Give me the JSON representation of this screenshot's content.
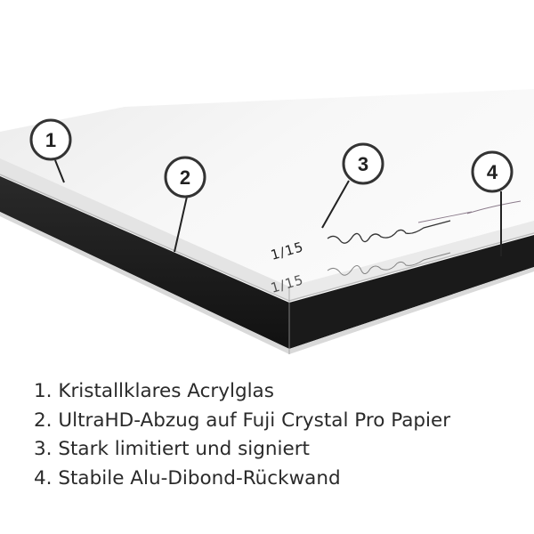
{
  "callouts": [
    {
      "number": "1"
    },
    {
      "number": "2"
    },
    {
      "number": "3"
    },
    {
      "number": "4"
    }
  ],
  "edition_marks": {
    "front": "1/15",
    "reflection": "1/15"
  },
  "legend": [
    {
      "number": "1.",
      "text": "Kristallklares Acrylglas"
    },
    {
      "number": "2.",
      "text": "UltraHD-Abzug auf Fuji Crystal Pro Papier"
    },
    {
      "number": "3.",
      "text": "Stark limitiert und signiert"
    },
    {
      "number": "4.",
      "text": "Stabile Alu-Dibond-Rückwand"
    }
  ],
  "colors": {
    "panel_top": "#f4f4f4",
    "acrylic_edge": "#e6e6e6",
    "dibond_core": "#1c1c1c",
    "callout_ring": "#333333"
  }
}
